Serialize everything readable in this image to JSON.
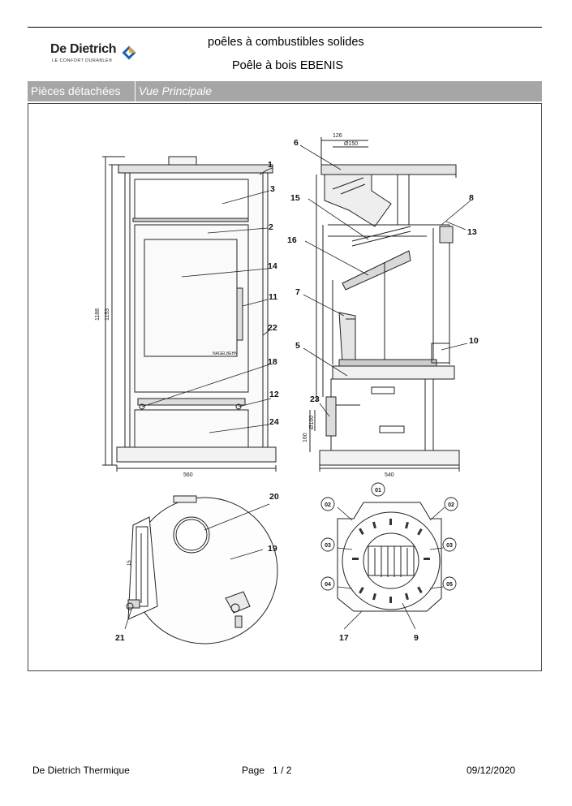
{
  "brand": {
    "name": "De Dietrich",
    "tagline": "LE CONFORT DURABLE®"
  },
  "header": {
    "category": "poêles à combustibles solides",
    "product": "Poêle à bois EBENIS"
  },
  "section_bar": {
    "left_label": "Pièces détachées",
    "right_label": "Vue Principale"
  },
  "diagram": {
    "front_view": {
      "callouts": [
        "1",
        "3",
        "2",
        "14",
        "11",
        "22",
        "18",
        "12",
        "24"
      ],
      "dims": {
        "height_outer": "1188",
        "height_inner": "1153",
        "width": "560"
      },
      "plate_text": "NAGELBEHN"
    },
    "side_view": {
      "callouts": [
        "6",
        "15",
        "16",
        "7",
        "5",
        "23",
        "8",
        "13",
        "10"
      ],
      "dims": {
        "top_offset": "126",
        "flue_diameter": "Ø150",
        "air_inlet_diameter": "Ø100",
        "air_inlet_height": "160",
        "depth": "540"
      }
    },
    "top_view": {
      "callouts": [
        "20",
        "19",
        "21"
      ],
      "small_label": "15"
    },
    "grate_view": {
      "callouts": [
        "17",
        "9"
      ],
      "circled_labels": [
        "01",
        "02",
        "02",
        "03",
        "03",
        "04",
        "05"
      ]
    }
  },
  "footer": {
    "company": "De Dietrich Thermique",
    "page_label": "Page",
    "page_current": "1",
    "page_sep": "/",
    "page_total": "2",
    "date": "09/12/2020"
  }
}
